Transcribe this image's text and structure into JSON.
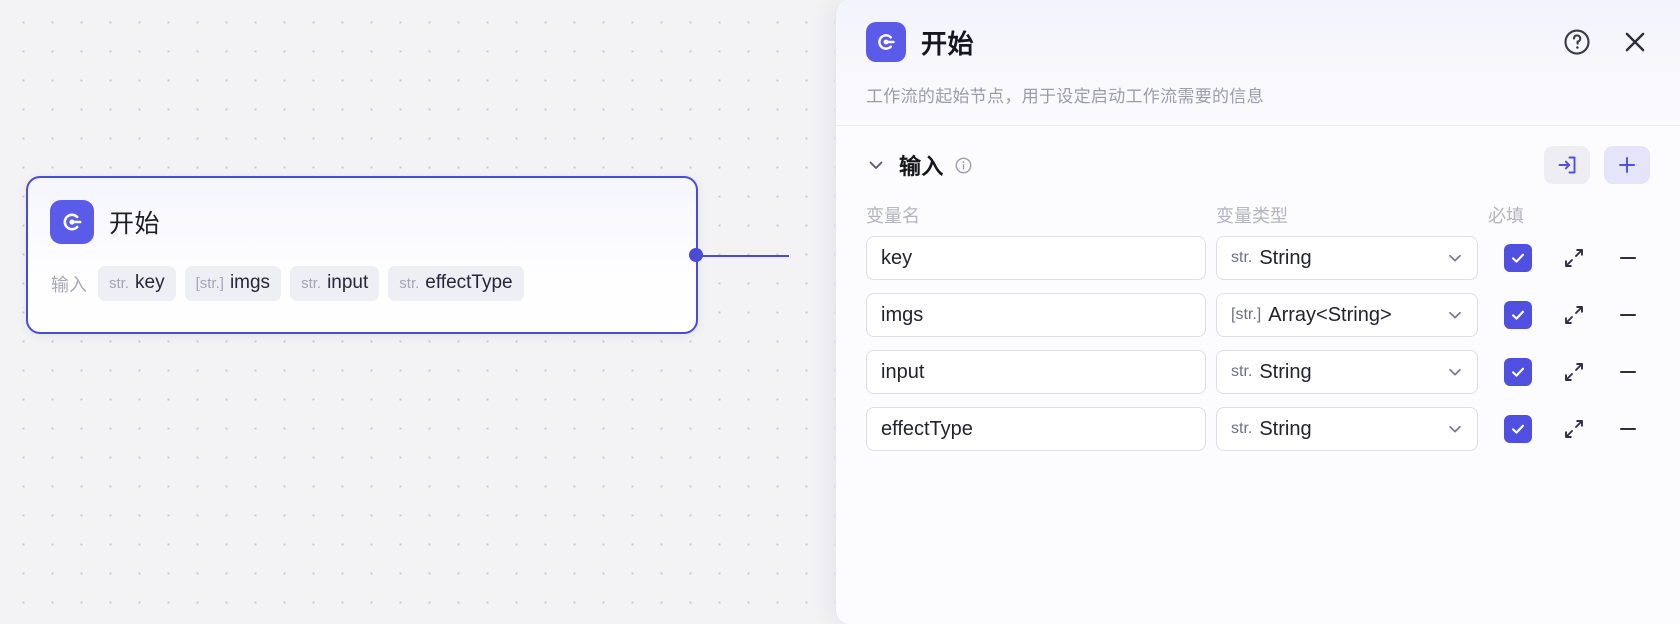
{
  "canvas": {
    "node": {
      "icon": "start-node-icon",
      "title": "开始",
      "params_label": "输入",
      "chips": [
        {
          "type": "str.",
          "name": "key"
        },
        {
          "type": "[str.]",
          "name": "imgs"
        },
        {
          "type": "str.",
          "name": "input"
        },
        {
          "type": "str.",
          "name": "effectType"
        }
      ]
    }
  },
  "panel": {
    "icon": "start-node-icon",
    "title": "开始",
    "description": "工作流的起始节点，用于设定启动工作流需要的信息",
    "help_icon": "help-circle-icon",
    "close_icon": "close-icon",
    "section": {
      "collapse_icon": "chevron-down-icon",
      "title": "输入",
      "info_icon": "info-circle-icon",
      "import_icon": "import-variable-icon",
      "add_icon": "plus-icon"
    },
    "table": {
      "headers": {
        "name": "变量名",
        "type": "变量类型",
        "required": "必填"
      },
      "rows": [
        {
          "name": "key",
          "type_prefix": "str.",
          "type_label": "String",
          "required": true,
          "expand_icon": "expand-diagonal-icon",
          "remove_icon": "minus-icon"
        },
        {
          "name": "imgs",
          "type_prefix": "[str.]",
          "type_label": "Array<String>",
          "required": true,
          "expand_icon": "expand-diagonal-icon",
          "remove_icon": "minus-icon"
        },
        {
          "name": "input",
          "type_prefix": "str.",
          "type_label": "String",
          "required": true,
          "expand_icon": "expand-diagonal-icon",
          "remove_icon": "minus-icon"
        },
        {
          "name": "effectType",
          "type_prefix": "str.",
          "type_label": "String",
          "required": true,
          "expand_icon": "expand-diagonal-icon",
          "remove_icon": "minus-icon"
        }
      ]
    }
  },
  "colors": {
    "accent": "#4f4fe0",
    "node_border": "#4b4bd8",
    "icon_bg": "#5b5bea",
    "canvas_bg": "#f3f3f5"
  }
}
